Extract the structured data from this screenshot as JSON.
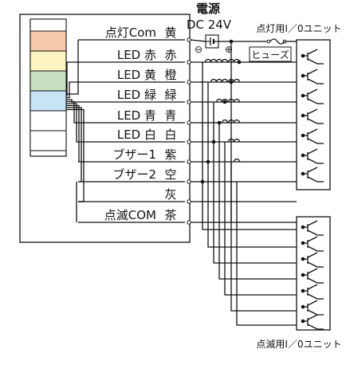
{
  "power": {
    "title": "電源",
    "spec": "DC 24V",
    "minus": "⊖",
    "plus": "⊕"
  },
  "fuse_label": "ヒューズ",
  "unit_labels": {
    "lighting": "点灯用I／0ユニット",
    "blinking": "点滅用I／0ユニット"
  },
  "tower_lamp": {
    "segments": [
      {
        "color": "#f6c9ad"
      },
      {
        "color": "#fbf4bf"
      },
      {
        "color": "#c7e0c0"
      },
      {
        "color": "#c7e3f6"
      },
      {
        "color": "#ffffff"
      },
      {
        "color": "#ffffff"
      }
    ]
  },
  "terminals": [
    {
      "name": "点灯Com",
      "wire": "黄"
    },
    {
      "name": "LED 赤",
      "wire": "赤"
    },
    {
      "name": "LED 黄",
      "wire": "橙"
    },
    {
      "name": "LED 緑",
      "wire": "緑"
    },
    {
      "name": "LED 青",
      "wire": "青"
    },
    {
      "name": "LED 白",
      "wire": "白"
    },
    {
      "name": "ブザー1",
      "wire": "紫"
    },
    {
      "name": "ブザー2",
      "wire": "空"
    },
    {
      "name": "",
      "wire": "灰"
    },
    {
      "name": "点滅COM",
      "wire": "茶"
    }
  ]
}
